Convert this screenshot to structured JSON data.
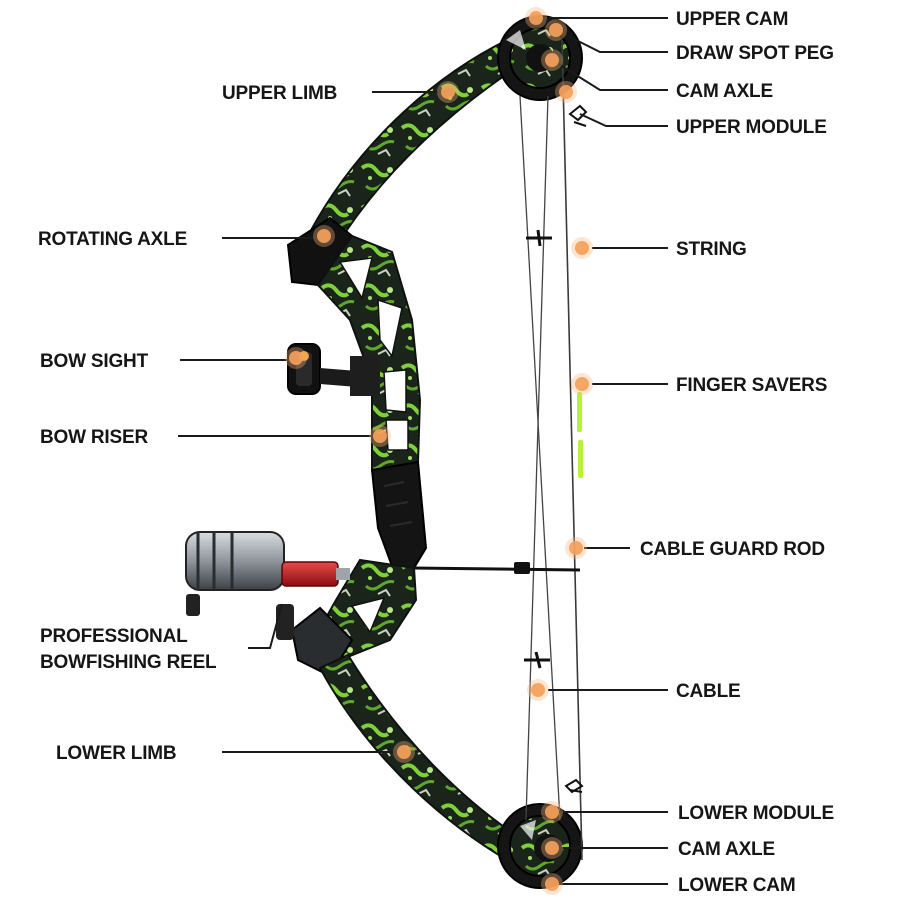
{
  "labels": {
    "upper_cam": "UPPER CAM",
    "draw_spot_peg": "DRAW SPOT PEG",
    "cam_axle_upper": "CAM AXLE",
    "upper_module": "UPPER MODULE",
    "upper_limb": "UPPER LIMB",
    "rotating_axle": "ROTATING AXLE",
    "string": "STRING",
    "bow_sight": "BOW SIGHT",
    "finger_savers": "FINGER SAVERS",
    "bow_riser": "BOW RISER",
    "cable_guard_rod": "CABLE GUARD ROD",
    "reel_line1": "PROFESSIONAL",
    "reel_line2": "BOWFISHING REEL",
    "cable": "CABLE",
    "lower_limb": "LOWER LIMB",
    "lower_module": "LOWER MODULE",
    "cam_axle_lower": "CAM AXLE",
    "lower_cam": "LOWER CAM"
  },
  "colors": {
    "camo_dark": "#1b241b",
    "camo_green": "#7fd13a",
    "camo_light": "#b9e88a",
    "grip": "#141414",
    "reel_red": "#c4161c",
    "reel_silver": "#9ea4aa",
    "finger_saver": "#b6f23a",
    "marker": "#f4a05a"
  }
}
